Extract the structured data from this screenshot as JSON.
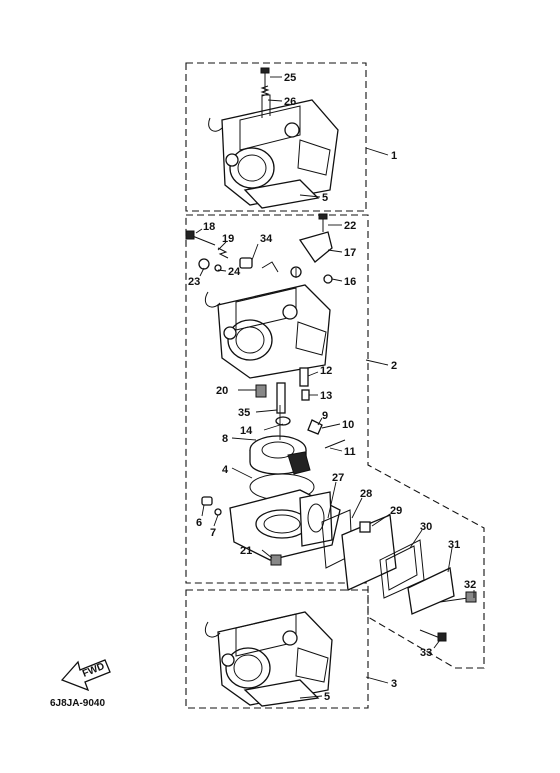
{
  "drawing_code": "6J8JA-9040",
  "fwd_label": "FWD",
  "callouts": [
    "1",
    "2",
    "3",
    "4",
    "5",
    "5",
    "6",
    "7",
    "8",
    "9",
    "10",
    "11",
    "12",
    "13",
    "14",
    "16",
    "17",
    "18",
    "19",
    "20",
    "21",
    "22",
    "23",
    "24",
    "25",
    "26",
    "27",
    "28",
    "29",
    "30",
    "31",
    "32",
    "33",
    "34",
    "35"
  ],
  "colors": {
    "ink": "#111111",
    "background": "#ffffff"
  }
}
